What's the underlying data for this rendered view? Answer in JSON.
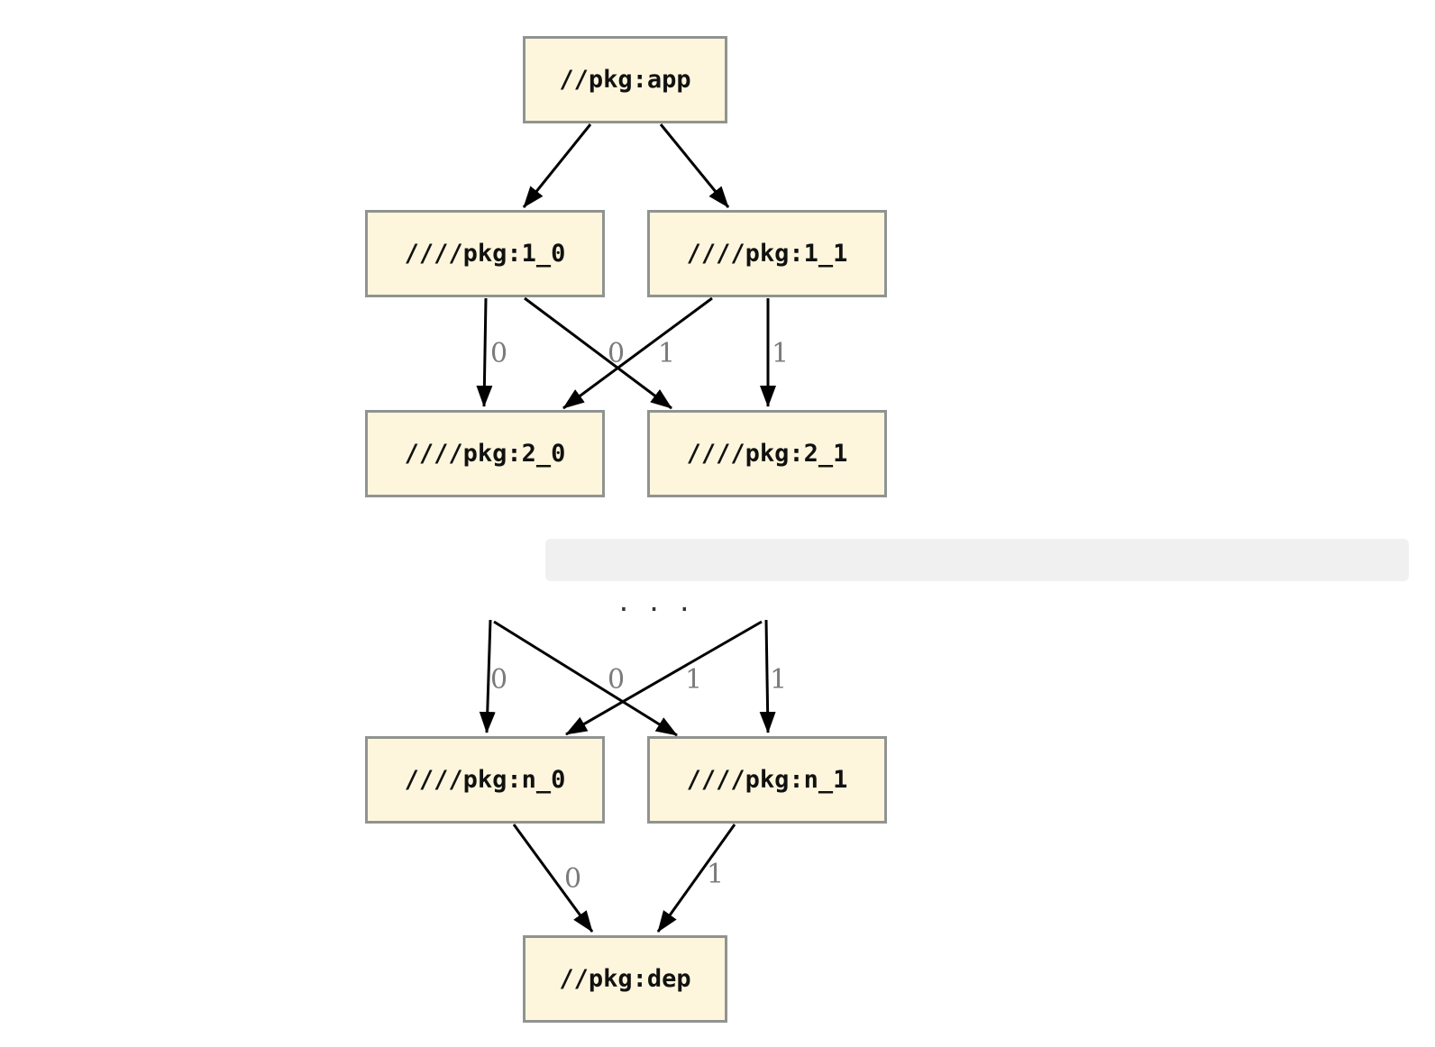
{
  "diagram": {
    "type": "dependency-graph",
    "ellipsis": ". . .",
    "colors": {
      "node_fill": "#FDF6DD",
      "node_border": "#8F9491",
      "edge": "#000000",
      "edge_label": "#7B7B7B",
      "ellipsis_bar_bg": "#F0F0F0",
      "background": "#FFFFFF"
    },
    "nodes": {
      "app": {
        "label": "//pkg:app"
      },
      "l1_0": {
        "label": "////pkg:1_0"
      },
      "l1_1": {
        "label": "////pkg:1_1"
      },
      "l2_0": {
        "label": "////pkg:2_0"
      },
      "l2_1": {
        "label": "////pkg:2_1"
      },
      "ln_0": {
        "label": "////pkg:n_0"
      },
      "ln_1": {
        "label": "////pkg:n_1"
      },
      "dep": {
        "label": "//pkg:dep"
      }
    },
    "edges": [
      {
        "from": "//pkg:app",
        "to": "////pkg:1_0",
        "label": ""
      },
      {
        "from": "//pkg:app",
        "to": "////pkg:1_1",
        "label": ""
      },
      {
        "from": "////pkg:1_0",
        "to": "////pkg:2_0",
        "label": "0"
      },
      {
        "from": "////pkg:1_0",
        "to": "////pkg:2_1",
        "label": "0"
      },
      {
        "from": "////pkg:1_1",
        "to": "////pkg:2_0",
        "label": "1"
      },
      {
        "from": "////pkg:1_1",
        "to": "////pkg:2_1",
        "label": "1"
      },
      {
        "from": "...",
        "to": "////pkg:n_0",
        "label": "0"
      },
      {
        "from": "...",
        "to": "////pkg:n_1",
        "label": "0"
      },
      {
        "from": "...",
        "to": "////pkg:n_0",
        "label": "1"
      },
      {
        "from": "...",
        "to": "////pkg:n_1",
        "label": "1"
      },
      {
        "from": "////pkg:n_0",
        "to": "//pkg:dep",
        "label": "0"
      },
      {
        "from": "////pkg:n_1",
        "to": "//pkg:dep",
        "label": "1"
      }
    ]
  }
}
